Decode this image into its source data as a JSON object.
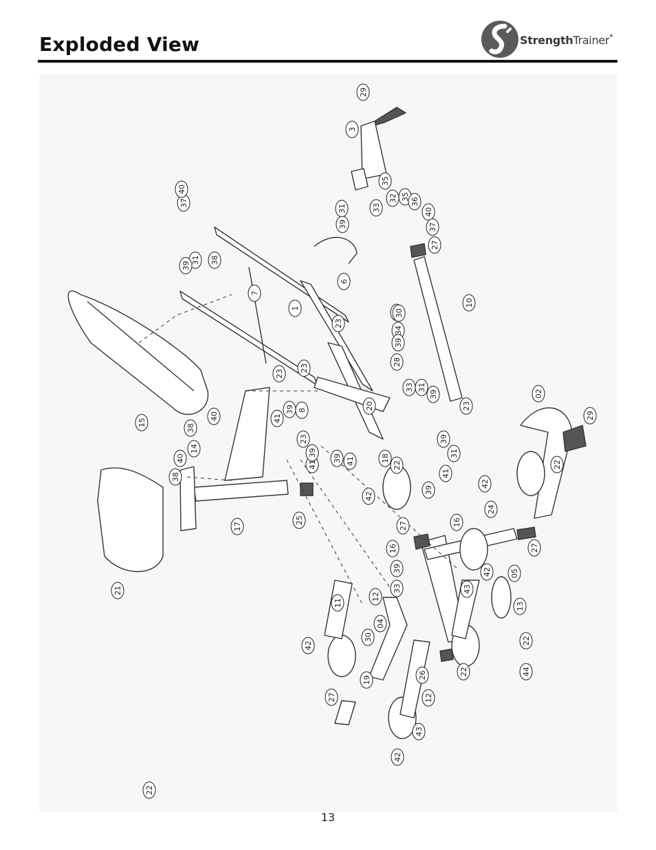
{
  "header": {
    "title": "Exploded View",
    "brand_bold": "Strength",
    "brand_light": "Trainer",
    "brand_mark": "®"
  },
  "footer": {
    "page_number": "13"
  },
  "colors": {
    "ink": "#111111",
    "panel": "#f7f7f7",
    "logo_gray": "#5a5a5a"
  },
  "icons": {
    "logo": "strengthtrainer-logo"
  },
  "part_callouts": [
    "29",
    "3",
    "35",
    "39",
    "31",
    "33",
    "32",
    "35",
    "36",
    "40",
    "37",
    "27",
    "10",
    "30",
    "37",
    "40",
    "31",
    "38",
    "39",
    "7",
    "6",
    "1",
    "30",
    "34",
    "39",
    "28",
    "23",
    "23",
    "23",
    "20",
    "33",
    "31",
    "39",
    "23",
    "39",
    "31",
    "15",
    "41",
    "39",
    "8",
    "40",
    "38",
    "14",
    "41",
    "39",
    "23",
    "39",
    "41",
    "18",
    "22",
    "02",
    "29",
    "22",
    "42",
    "41",
    "39",
    "24",
    "42",
    "16",
    "27",
    "25",
    "17",
    "40",
    "38",
    "21",
    "27",
    "16",
    "39",
    "33",
    "42",
    "05",
    "43",
    "13",
    "11",
    "12",
    "04",
    "30",
    "42",
    "22",
    "44",
    "19",
    "26",
    "22",
    "27",
    "12",
    "43",
    "42",
    "22"
  ]
}
